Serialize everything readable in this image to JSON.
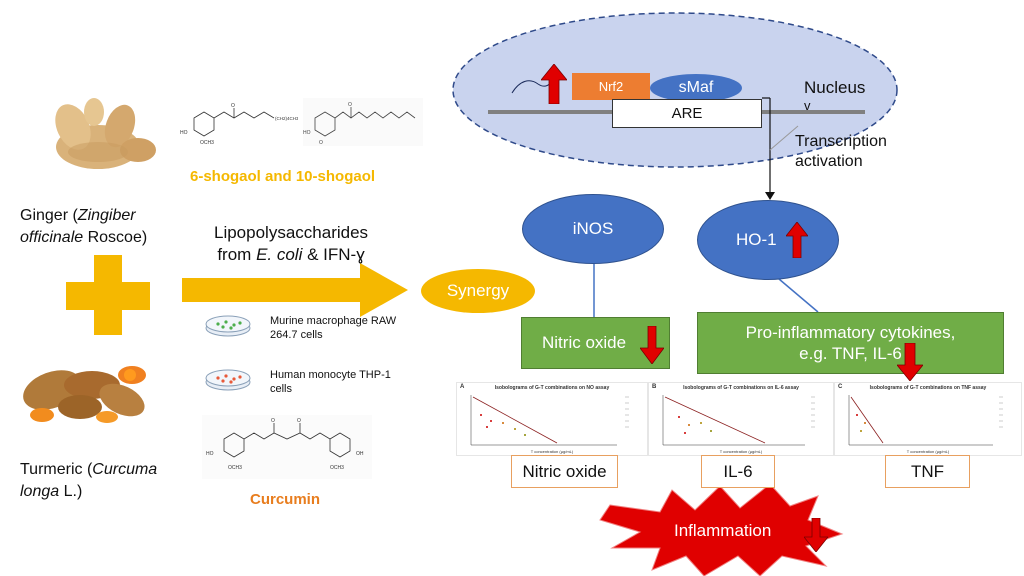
{
  "ginger": {
    "label_prefix": "Ginger (",
    "label_species": "Zingiber officinale",
    "label_suffix": " Roscoe)",
    "line1_a": "Ginger (",
    "line1_b": "Zingiber",
    "line2_a": "officinale",
    "line2_b": " Roscoe)"
  },
  "turmeric": {
    "line1_a": "Turmeric (",
    "line1_b": "Curcuma",
    "line2_a": "longa",
    "line2_b": " L.)"
  },
  "shogaol_label": "6-shogaol and 10-shogaol",
  "curcumin_label": "Curcumin",
  "lps": {
    "line1": "Lipopolysaccharides",
    "line2_a": "from ",
    "line2_b": "E. coli",
    "line2_c": " & IFN-ɣ"
  },
  "cells": [
    {
      "line1": "Murine macrophage RAW",
      "line2": "264.7 cells"
    },
    {
      "line1": "Human monocyte THP-1",
      "line2": "cells"
    }
  ],
  "synergy": "Synergy",
  "nucleus": {
    "label": "Nucleus",
    "label_sub": "v",
    "nrf2": "Nrf2",
    "smaf": "sMaf",
    "are": "ARE",
    "transcription_line1": "Transcription",
    "transcription_line2": "activation"
  },
  "inos": "iNOS",
  "ho1": "HO-1",
  "nitric_oxide_box": "Nitric oxide",
  "cytokines_box": {
    "line1": "Pro-inflammatory cytokines,",
    "line2": "e.g. TNF, IL-6"
  },
  "plots": [
    {
      "letter": "A",
      "title": "Isobolograms of G-T combinations on NO assay",
      "xlabel": "T concentration (µg/mL)"
    },
    {
      "letter": "B",
      "title": "Isobolograms of G-T combinations on IL-6 assay",
      "xlabel": "T concentration (µg/mL)"
    },
    {
      "letter": "C",
      "title": "Isobolograms of G-T combinations on TNF assay",
      "xlabel": "T concentration (µg/mL)"
    }
  ],
  "result_labels": [
    "Nitric oxide",
    "IL-6",
    "TNF"
  ],
  "inflammation": "Inflammation",
  "colors": {
    "arrow_orange": "#f5b800",
    "node_blue": "#4472c4",
    "box_green": "#70ad47",
    "red": "#e00000",
    "nucleus_fill": "#c9d3ee",
    "nrf2_orange": "#ed7d31",
    "synergy_orange": "#f5b800",
    "shogaol_text": "#f5b800",
    "curcumin_text": "#e87d1e"
  }
}
